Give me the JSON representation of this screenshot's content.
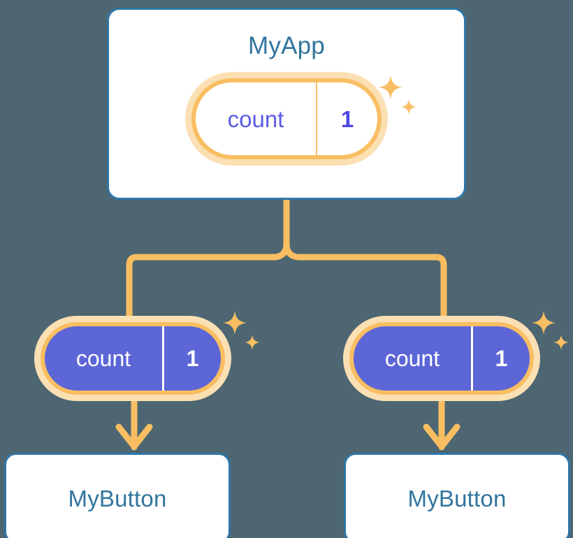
{
  "diagram": {
    "background_color": "#4d6671",
    "accent_orange": "#f9be62",
    "halo_orange": "#fbe0b4",
    "node_blue": "#2f76a8",
    "title_blue": "#31749e",
    "state_purple": "#5d66d6",
    "text_purple": "#5c5ce6"
  },
  "app": {
    "title": "MyApp",
    "state": {
      "key": "count",
      "value": "1"
    }
  },
  "children": [
    {
      "title": "MyButton",
      "state": {
        "key": "count",
        "value": "1"
      }
    },
    {
      "title": "MyButton",
      "state": {
        "key": "count",
        "value": "1"
      }
    }
  ],
  "icons": {
    "sparkle_large": "sparkle-four-point-icon",
    "sparkle_small": "sparkle-four-point-small-icon",
    "arrow": "arrow-down-icon",
    "branch": "branch-connector-icon"
  }
}
